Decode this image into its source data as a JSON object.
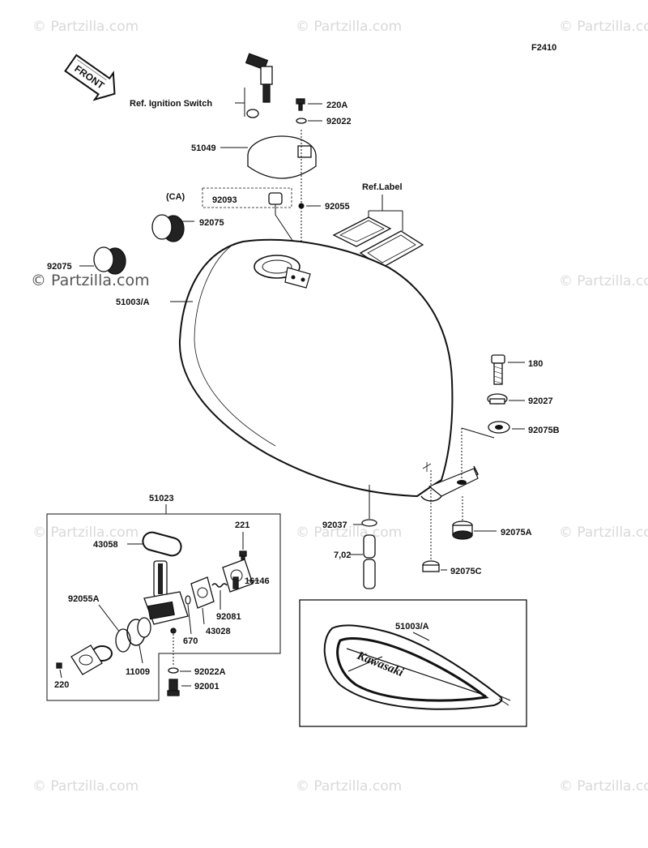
{
  "figure_code": "F2410",
  "front_arrow": "FRONT",
  "watermarks": {
    "text": "© Partzilla.com",
    "emphasized": "© Partzilla.com"
  },
  "labels": {
    "ref_ignition": "Ref. Ignition Switch",
    "p220A": "220A",
    "p92022": "92022",
    "p51049": "51049",
    "ca": "(CA)",
    "p92093": "92093",
    "p92055": "92055",
    "ref_label": "Ref.Label",
    "p92075_a": "92075",
    "p92075_b": "92075",
    "p51003A_main": "51003/A",
    "p180": "180",
    "p92027": "92027",
    "p92075B": "92075B",
    "p51023": "51023",
    "p221": "221",
    "p43058": "43058",
    "p16146": "16146",
    "p92055A": "92055A",
    "p92081": "92081",
    "p43028": "43028",
    "p670": "670",
    "p11009": "11009",
    "p92022A": "92022A",
    "p220": "220",
    "p92001": "92001",
    "p92037": "92037",
    "p702": "7,02",
    "p92075A": "92075A",
    "p92075C": "92075C",
    "p51003A_inset": "51003/A",
    "kawasaki": "Kawasaki"
  }
}
